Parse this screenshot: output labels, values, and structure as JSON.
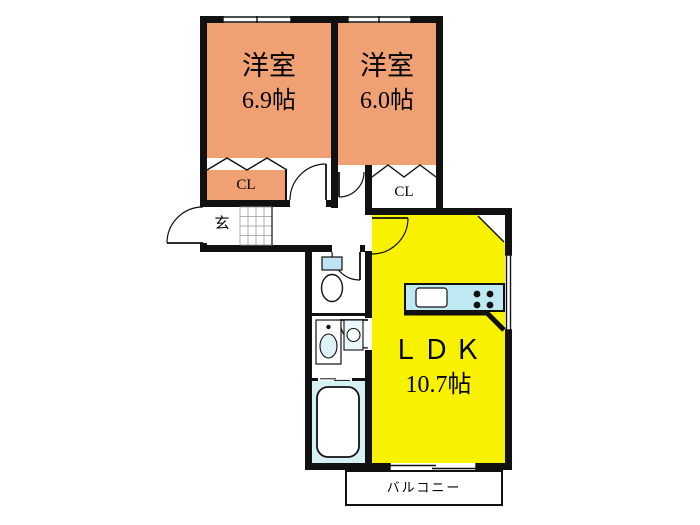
{
  "plan": {
    "rooms": {
      "bedroom1": {
        "name": "洋室",
        "size": "6.9帖"
      },
      "bedroom2": {
        "name": "洋室",
        "size": "6.0帖"
      },
      "ldk": {
        "name": "ＬＤＫ",
        "size": "10.7帖"
      },
      "closet1": {
        "label": "CL"
      },
      "closet2": {
        "label": "CL"
      },
      "entrance": {
        "label": "玄"
      },
      "balcony": {
        "label": "バルコニー"
      }
    },
    "colors": {
      "bedroom": "#F0A173",
      "ldk": "#F8F200",
      "counter": "#BFE9F2",
      "bath": "#D5F1F3",
      "fixture_blue": "#BFE3F2",
      "wall": "#111111"
    }
  }
}
